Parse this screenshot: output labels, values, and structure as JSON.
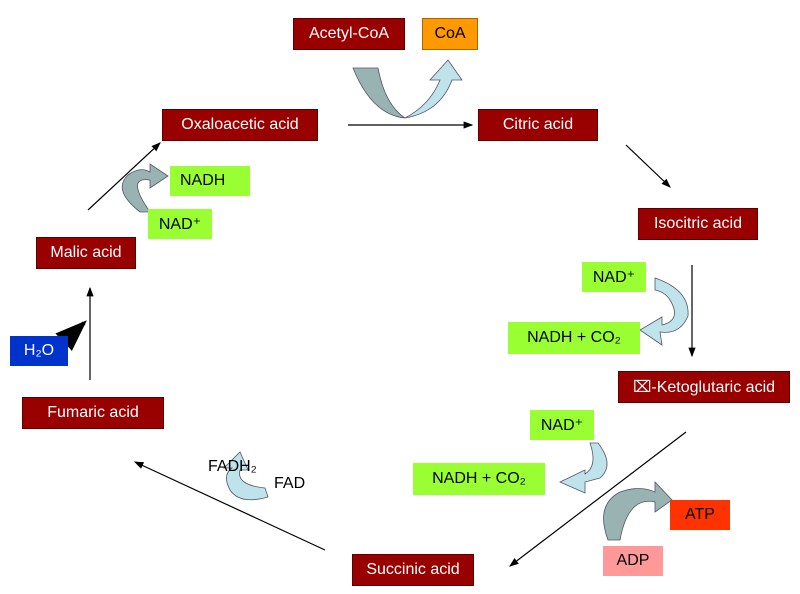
{
  "nodes": {
    "acetyl_coa": "Acetyl-CoA",
    "coa": "CoA",
    "oxaloacetic": "Oxaloacetic acid",
    "citric": "Citric acid",
    "isocitric": "Isocitric acid",
    "ketoglutaric": "⌧-Ketoglutaric acid",
    "succinic": "Succinic acid",
    "fumaric": "Fumaric acid",
    "malic": "Malic acid"
  },
  "cofactors": {
    "nadh_top": "NADH",
    "nad_top": "NAD⁺",
    "nad_iso": "NAD⁺",
    "nadh_co2_iso": "NADH + CO₂",
    "nad_keto": "NAD⁺",
    "nadh_co2_keto": "NADH + CO₂",
    "atp": "ATP",
    "adp": "ADP",
    "fadh2": "FADH₂",
    "fad": "FAD",
    "h2o": "H₂O"
  },
  "colors": {
    "acid": "#990000",
    "coa": "#ff9900",
    "nad": "#99ff33",
    "atp": "#ff3300",
    "adp": "#ff9999",
    "water": "#0033cc",
    "arrow_in": "#99b3b3",
    "arrow_out": "#bfe3ea"
  }
}
